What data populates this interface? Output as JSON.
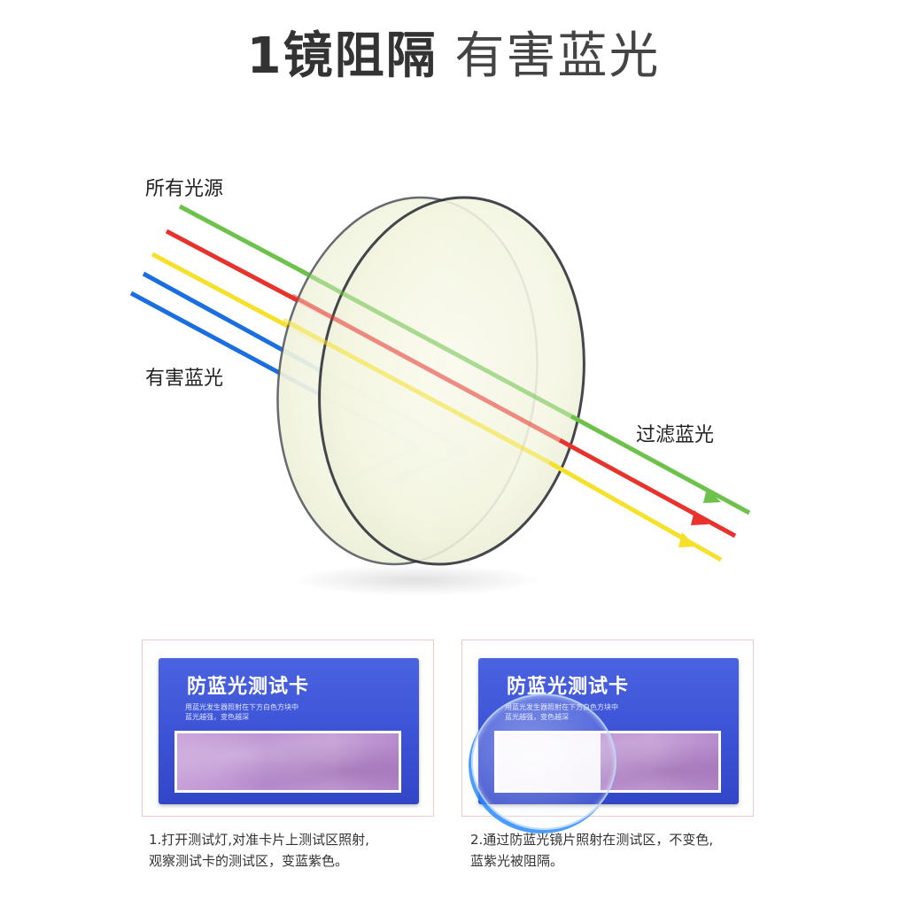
{
  "title": {
    "bold": "1镜阻隔",
    "light": "有害蓝光"
  },
  "diagram": {
    "label_all_light": "所有光源",
    "label_harmful_blue": "有害蓝光",
    "label_filtered_blue": "过滤蓝光",
    "colors": {
      "green": "#6cc24a",
      "red": "#e8322c",
      "yellow": "#f5e12a",
      "blue": "#1a6fe0"
    }
  },
  "panels": [
    {
      "card_title": "防蓝光测试卡",
      "card_desc_1": "用蓝光发生器照射在下方白色方块中",
      "card_desc_2": "蓝光越强，变色越深",
      "caption_1": "1.打开测试灯,对准卡片上测试区照射,",
      "caption_2": "观察测试卡的测试区，变蓝紫色。"
    },
    {
      "card_title": "防蓝光测试卡",
      "card_desc_1": "用蓝光发生器照射在下方白色方块中",
      "card_desc_2": "蓝光越强，变色越深",
      "caption_1": "2.通过防蓝光镜片照射在测试区，不变色,",
      "caption_2": "蓝紫光被阻隔。"
    }
  ]
}
